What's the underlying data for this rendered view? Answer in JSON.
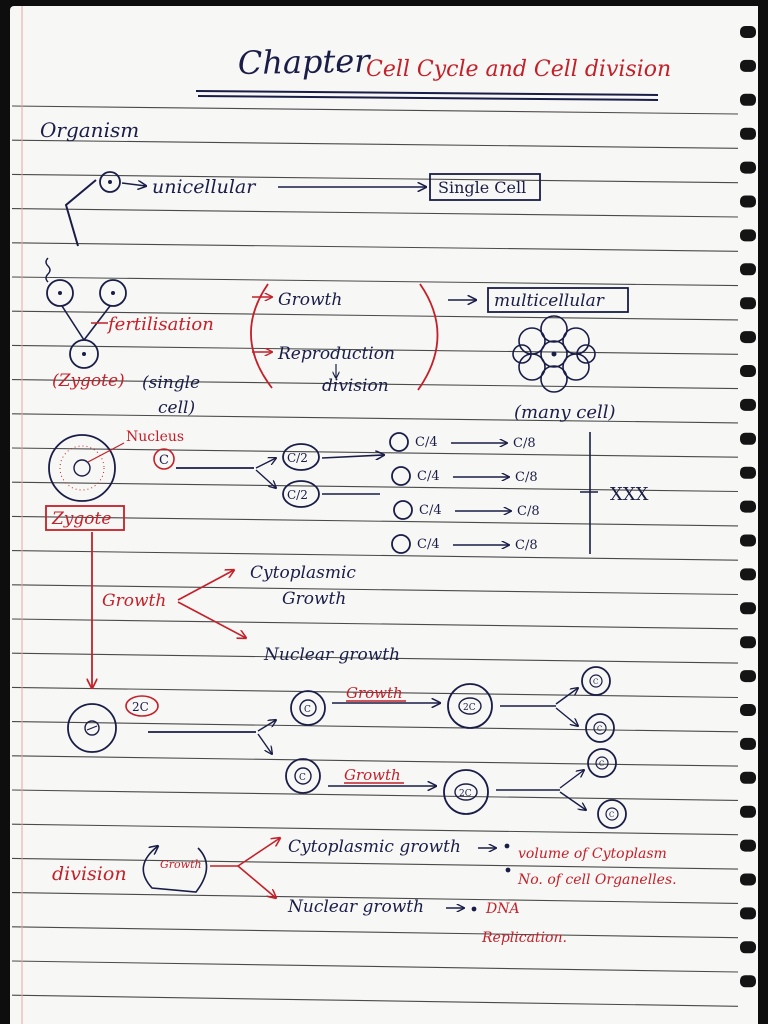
{
  "colors": {
    "ink": "#1a1d47",
    "red_ink": "#c4202a",
    "ruled_line": "#4a4a4a",
    "paper": "#f7f7f5",
    "margin_line": "#e9a6a6"
  },
  "header": {
    "title_prefix": "Chapter",
    "dash": " - ",
    "title_topic": "Cell Cycle and Cell division"
  },
  "organism": {
    "heading": "Organism",
    "unicellular": "unicellular",
    "single_cell": "Single Cell",
    "fertilisation": "fertilisation",
    "zygote": "(Zygote)",
    "single_cell_note_1": "(single",
    "single_cell_note_2": "cell)",
    "growth": "Growth",
    "reproduction": "Reproduction",
    "division": "division",
    "multicellular": "multicellular",
    "many_cell": "(many cell)"
  },
  "zygote_division": {
    "nucleus": "Nucleus",
    "c": "C",
    "zygote": "Zygote",
    "c2_a": "C/2",
    "c2_b": "C/2",
    "c4_rows": [
      "C/4",
      "C/4",
      "C/4",
      "C/4"
    ],
    "c8_rows": [
      "C/8",
      "C/8",
      "C/8",
      "C/8"
    ],
    "xxx": "XXX"
  },
  "growth_types": {
    "growth": "Growth",
    "cytoplasmic_1": "Cytoplasmic",
    "cytoplasmic_2": "Growth",
    "nuclear": "Nuclear growth"
  },
  "cycle_diagram": {
    "two_c": "2C",
    "c": "C",
    "growth_top": "Growth",
    "growth_bottom": "Growth"
  },
  "division_summary": {
    "division": "division",
    "growth_loop": "Growth",
    "cytoplasmic_growth": "Cytoplasmic growth",
    "volume": "volume of Cytoplasm",
    "organelles": "No. of cell Organelles.",
    "nuclear_growth": "Nuclear growth",
    "dna": "DNA",
    "replication": "Replication."
  }
}
